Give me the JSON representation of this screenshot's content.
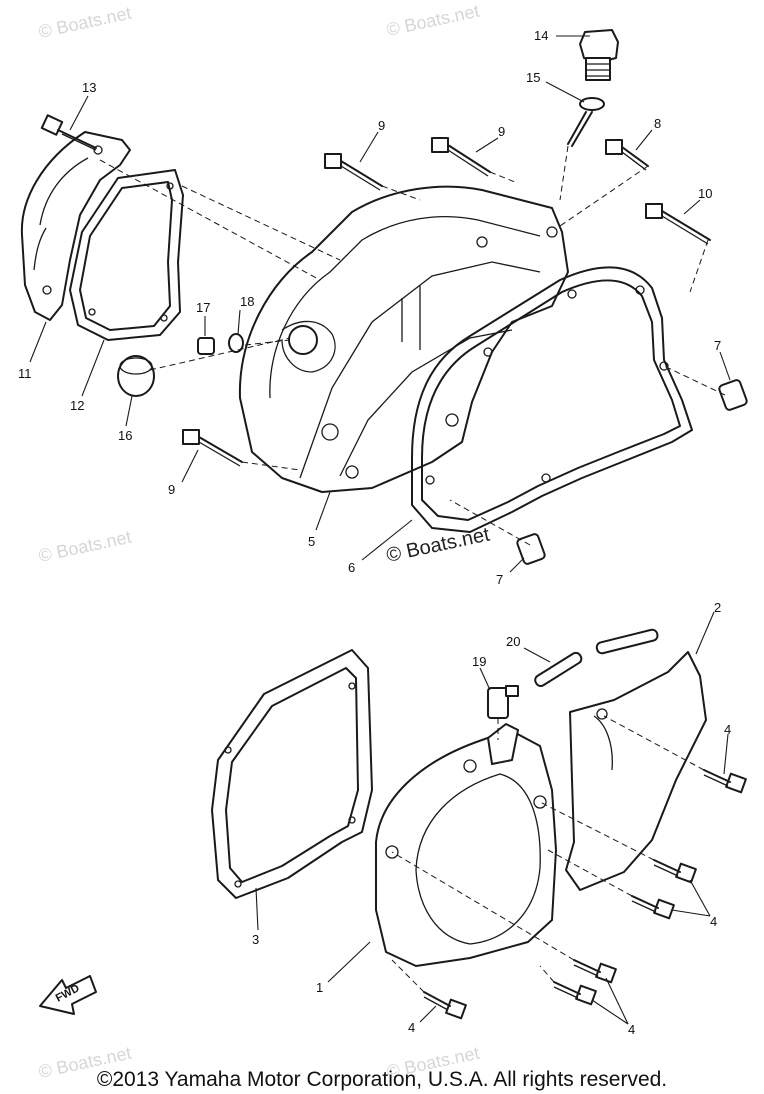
{
  "callouts": {
    "c1": "1",
    "c2": "2",
    "c3": "3",
    "c4a": "4",
    "c4b": "4",
    "c4c": "4",
    "c4d": "4",
    "c5": "5",
    "c6": "6",
    "c7a": "7",
    "c7b": "7",
    "c8": "8",
    "c9a": "9",
    "c9b": "9",
    "c9c": "9",
    "c10": "10",
    "c11": "11",
    "c12": "12",
    "c13": "13",
    "c14": "14",
    "c15": "15",
    "c16": "16",
    "c17": "17",
    "c18": "18",
    "c19": "19",
    "c20": "20"
  },
  "watermark": "© Boats.net",
  "fwd_label": "FWD",
  "copyright": "©2013 Yamaha Motor Corporation, U.S.A. All rights reserved."
}
